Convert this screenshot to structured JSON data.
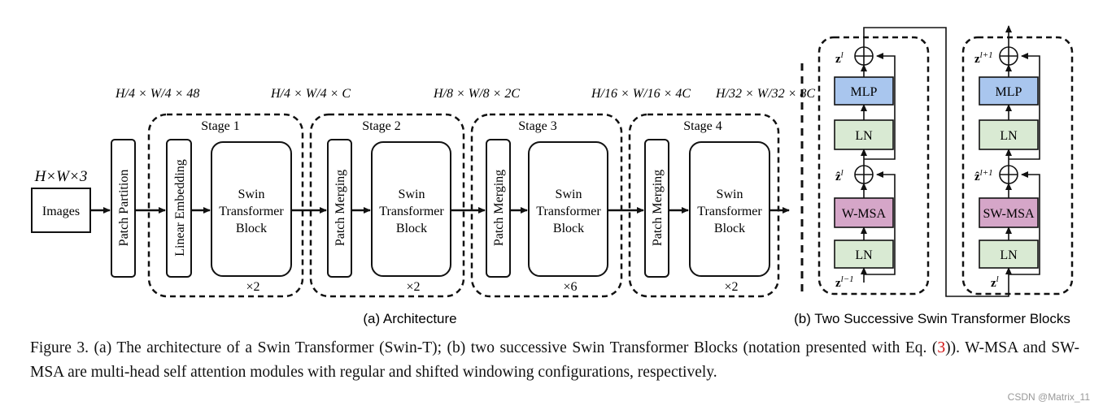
{
  "input": {
    "shape_label": "H×W×3",
    "box_label": "Images"
  },
  "patch_partition": {
    "label": "Patch Partition"
  },
  "dims": {
    "d0": "H/4 × W/4 × 48",
    "d1": "H/4 × W/4 × C",
    "d2": "H/8 × W/8 × 2C",
    "d3": "H/16 × W/16 × 4C",
    "d4": "H/32 × W/32 × 8C"
  },
  "stages": [
    {
      "title": "Stage 1",
      "entry": "Linear Embedding",
      "block_lines": [
        "Swin",
        "Transformer",
        "Block"
      ],
      "repeat": "×2"
    },
    {
      "title": "Stage 2",
      "entry": "Patch Merging",
      "block_lines": [
        "Swin",
        "Transformer",
        "Block"
      ],
      "repeat": "×2"
    },
    {
      "title": "Stage 3",
      "entry": "Patch Merging",
      "block_lines": [
        "Swin",
        "Transformer",
        "Block"
      ],
      "repeat": "×6"
    },
    {
      "title": "Stage 4",
      "entry": "Patch Merging",
      "block_lines": [
        "Swin",
        "Transformer",
        "Block"
      ],
      "repeat": "×2"
    }
  ],
  "subcaptions": {
    "a": "(a) Architecture",
    "b": "(b) Two Successive Swin Transformer Blocks"
  },
  "block1": {
    "mlp": "MLP",
    "ln_top": "LN",
    "msa": "W-MSA",
    "ln_bottom": "LN",
    "out_var": "z",
    "out_sup": "l",
    "mid_var": "ẑ",
    "mid_sup": "l",
    "in_var": "z",
    "in_sup": "l−1"
  },
  "block2": {
    "mlp": "MLP",
    "ln_top": "LN",
    "msa": "SW-MSA",
    "ln_bottom": "LN",
    "out_var": "z",
    "out_sup": "l+1",
    "mid_var": "ẑ",
    "mid_sup": "l+1",
    "in_var": "z",
    "in_sup": "l"
  },
  "colors": {
    "mlp_fill": "#a9c6ee",
    "ln_fill": "#d9ead3",
    "msa_fill": "#d5a6c8",
    "stroke": "#111111"
  },
  "caption": {
    "part1": "Figure 3. (a) The architecture of a Swin Transformer (Swin-T); (b) two successive Swin Transformer Blocks (notation presented with Eq. (",
    "ref": "3",
    "part2": ")). W-MSA and SW-MSA are multi-head self attention modules with regular and shifted windowing configurations, respectively."
  },
  "watermark": "CSDN @Matrix_11"
}
